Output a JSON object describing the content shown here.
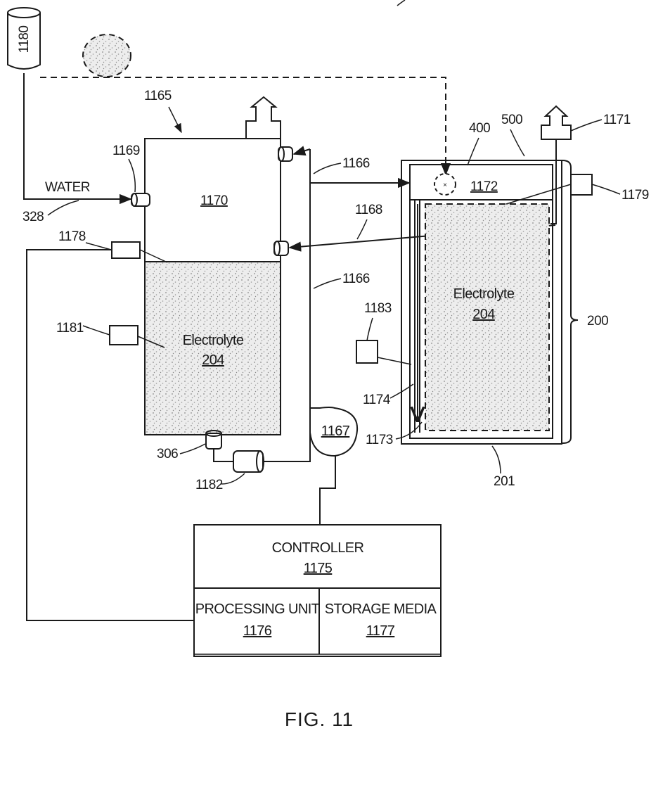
{
  "figure_caption": "FIG. 11",
  "tank_1180": {
    "ref": "1180"
  },
  "left_tank": {
    "ref_1165": "1165",
    "ref_1169": "1169",
    "ref_1170": "1170",
    "electrolyte_label": "Electrolyte",
    "electrolyte_ref": "204",
    "ref_1178": "1178",
    "ref_1181": "1181",
    "ref_306": "306",
    "ref_1182": "1182"
  },
  "water_inlet": {
    "label": "WATER",
    "ref": "328"
  },
  "lines": {
    "ref_1166_top": "1166",
    "ref_1166_right": "1166",
    "ref_1168": "1168"
  },
  "pump": {
    "ref": "1167"
  },
  "right_cell": {
    "ref_400": "400",
    "ref_500": "500",
    "ref_1171": "1171",
    "ref_1172": "1172",
    "ref_1179": "1179",
    "electrolyte_label": "Electrolyte",
    "electrolyte_ref": "204",
    "ref_200": "200",
    "ref_1183": "1183",
    "ref_1174": "1174",
    "ref_1173": "1173",
    "ref_201": "201"
  },
  "controller": {
    "title": "CONTROLLER",
    "ref": "1175",
    "processing_unit_label": "PROCESSING UNIT",
    "processing_unit_ref": "1176",
    "storage_media_label": "STORAGE MEDIA",
    "storage_media_ref": "1177"
  }
}
